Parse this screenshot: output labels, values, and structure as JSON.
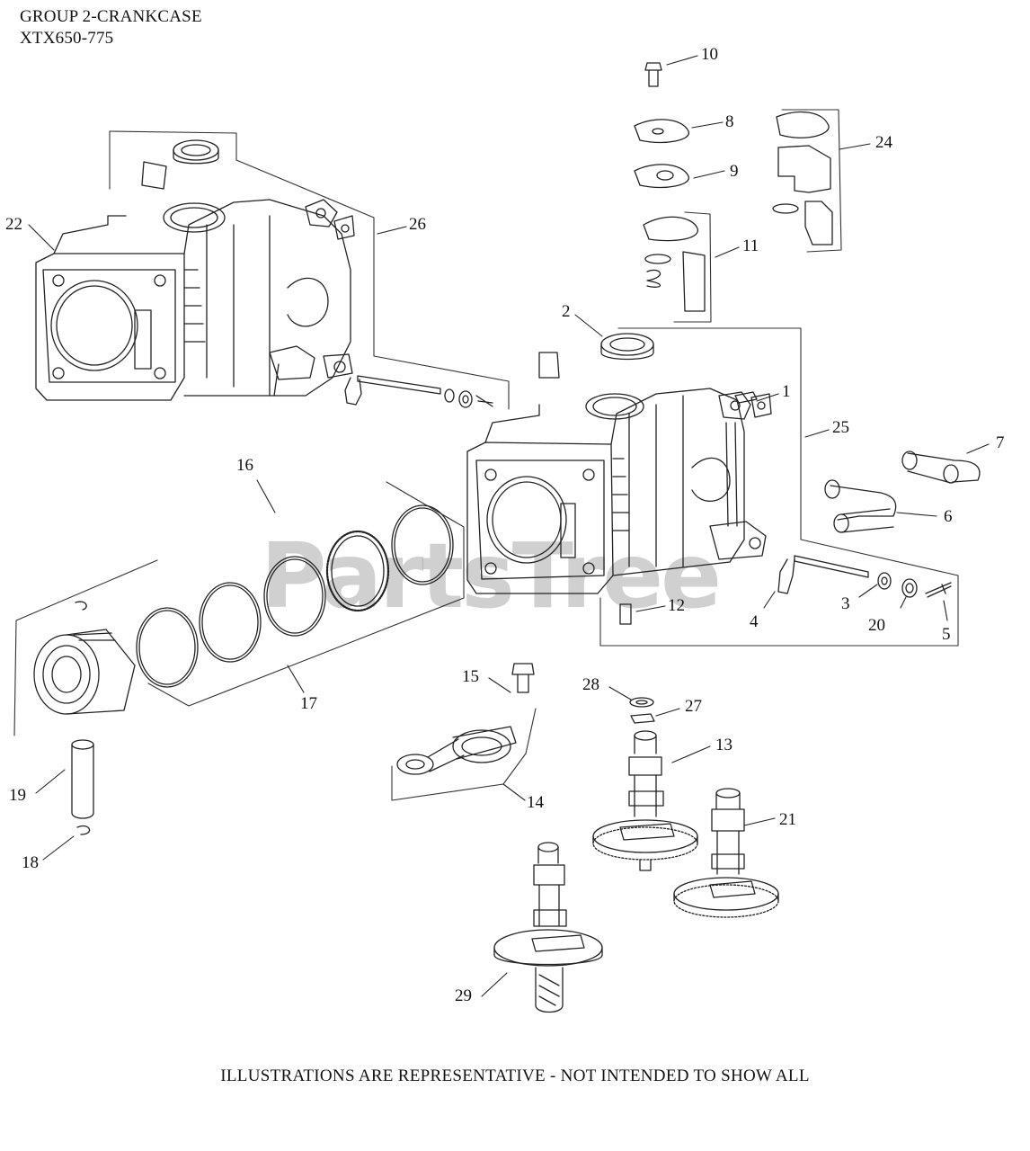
{
  "header": {
    "group": "GROUP 2-CRANKCASE",
    "model": "XTX650-775"
  },
  "footer": "ILLUSTRATIONS ARE REPRESENTATIVE - NOT INTENDED TO SHOW ALL",
  "watermark": "PartsTree",
  "callouts": {
    "n1": "1",
    "n2": "2",
    "n3": "3",
    "n4": "4",
    "n5": "5",
    "n6": "6",
    "n7": "7",
    "n8": "8",
    "n9": "9",
    "n10": "10",
    "n11": "11",
    "n12": "12",
    "n13": "13",
    "n14": "14",
    "n15": "15",
    "n16": "16",
    "n17": "17",
    "n18": "18",
    "n19": "19",
    "n20": "20",
    "n21": "21",
    "n22": "22",
    "n24": "24",
    "n25": "25",
    "n26": "26",
    "n27": "27",
    "n28": "28",
    "n29": "29"
  }
}
